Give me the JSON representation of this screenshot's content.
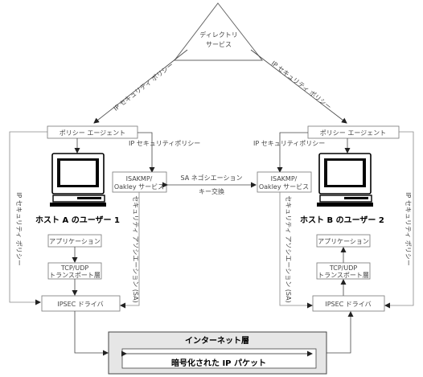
{
  "directory": {
    "line1": "ディレクトリ",
    "line2": "サービス"
  },
  "policy_top_left": "IP セキュリティ ポリシー",
  "policy_top_right": "IP セキュリティ ポリシー",
  "left": {
    "agent": "ポリシー エージェント",
    "policy_label": "IP セキュリティポリシー",
    "isakmp_line1": "ISAKMP/",
    "isakmp_line2": "Oakley サービス",
    "host_label": "ホスト A のユーザー 1",
    "app": "アプリケーション",
    "tcp_line1": "TCP/UDP",
    "tcp_line2": "トランスポート層",
    "ipsec": "IPSEC ドライバ",
    "side_policy": "IP セキュリティ ポリシー",
    "sa_vertical": "セキュリティ アソシエーション (SA)"
  },
  "right": {
    "agent": "ポリシー エージェント",
    "policy_label": "IP セキュリティポリシー",
    "isakmp_line1": "ISAKMP/",
    "isakmp_line2": "Oakley サービス",
    "host_label": "ホスト B のユーザー 2",
    "app": "アプリケーション",
    "tcp_line1": "TCP/UDP",
    "tcp_line2": "トランスポート層",
    "ipsec": "IPSEC ドライバ",
    "side_policy": "IP セキュリティ ポリシー",
    "sa_vertical": "セキュリティ アソシエーション (SA)"
  },
  "center": {
    "sa_negotiation": "SA ネゴシエーション",
    "key_exchange": "キー交換"
  },
  "internet": {
    "title": "インターネット層",
    "packet": "暗号化された IP パケット"
  }
}
